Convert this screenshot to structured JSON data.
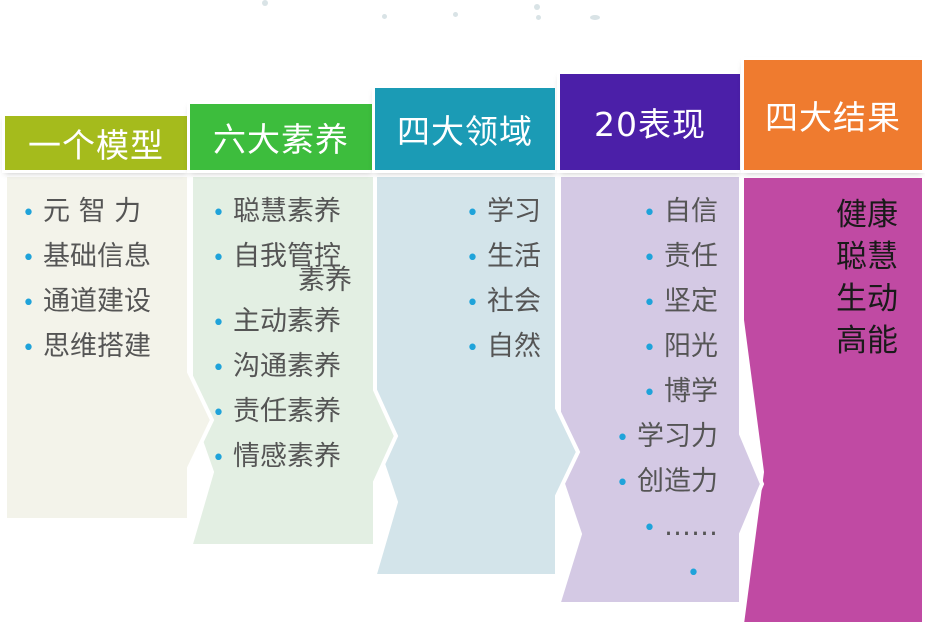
{
  "columns": [
    {
      "title": "一个模型",
      "header_color": "#a5bb1c",
      "body_color": "#f3f3ea",
      "items": [
        "元 智 力",
        "基础信息",
        "通道建设",
        "思维搭建"
      ]
    },
    {
      "title": "六大素养",
      "header_color": "#3dbd3d",
      "body_color": "#e3efe3",
      "items": [
        "聪慧素养",
        "自我管控",
        "主动素养",
        "沟通素养",
        "责任素养",
        "情感素养"
      ],
      "item_continuation": "素养"
    },
    {
      "title": "四大领域",
      "header_color": "#1b9bb5",
      "body_color": "#d3e4ea",
      "items": [
        "学习",
        "生活",
        "社会",
        "自然"
      ]
    },
    {
      "title": "20表现",
      "header_color": "#4b1fa8",
      "body_color": "#d4c9e4",
      "items": [
        "自信",
        "责任",
        "坚定",
        "阳光",
        "博学",
        "学习力",
        "创造力",
        "……",
        ""
      ]
    },
    {
      "title": "四大结果",
      "header_color": "#ef7b2f",
      "body_color": "#c04aa3",
      "results": [
        "健康",
        "聪慧",
        "生动",
        "高能"
      ]
    }
  ],
  "colors": {
    "bullet": "#1fa3da",
    "item_text": "#555555",
    "result_text": "#1a1a1a"
  }
}
